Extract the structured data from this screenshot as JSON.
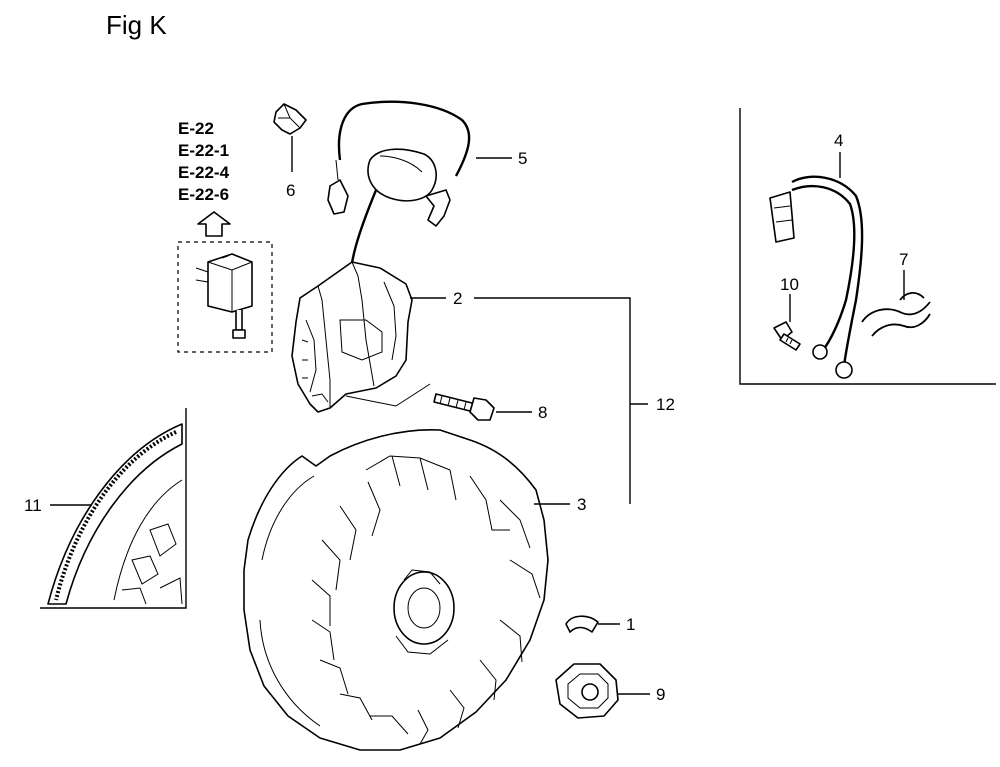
{
  "figure": {
    "title": "Fig K"
  },
  "reference_codes": [
    "E-22",
    "E-22-1",
    "E-22-4",
    "E-22-6"
  ],
  "callouts": {
    "c1": "1",
    "c2": "2",
    "c3": "3",
    "c4": "4",
    "c5": "5",
    "c6": "6",
    "c7": "7",
    "c8": "8",
    "c9": "9",
    "c10": "10",
    "c11": "11",
    "c12": "12"
  }
}
